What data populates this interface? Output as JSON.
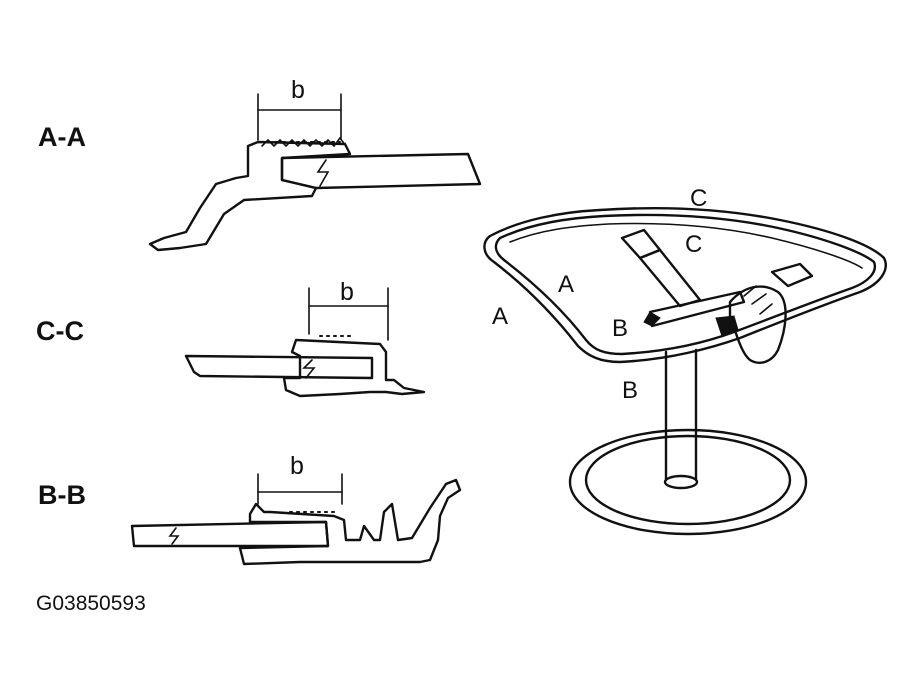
{
  "sections": {
    "aa": {
      "label": "A-A",
      "dimension": "b"
    },
    "cc": {
      "label": "C-C",
      "dimension": "b"
    },
    "bb": {
      "label": "B-B",
      "dimension": "b"
    }
  },
  "view": {
    "markers": [
      "C",
      "C",
      "A",
      "A",
      "B",
      "B"
    ]
  },
  "figure_id": "G03850593"
}
